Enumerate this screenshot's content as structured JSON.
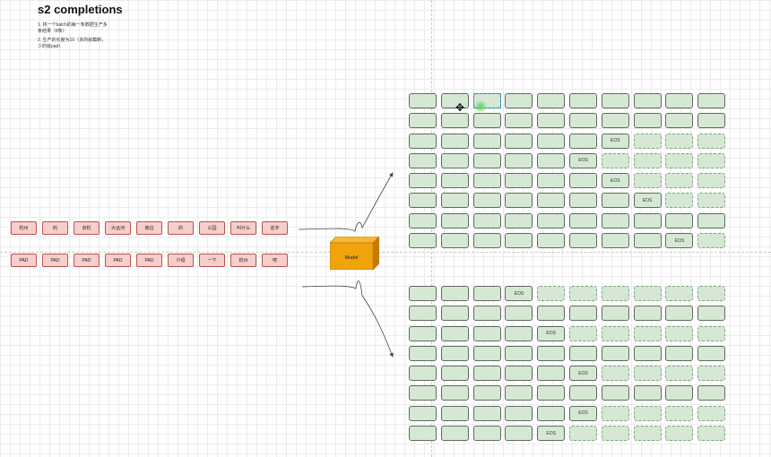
{
  "title": "s2 completions",
  "notes": [
    "1. 将一个batch的每一条数据生产多条结果（8条）",
    "2. 生产的长度为10（多的就截断，少的就pad）"
  ],
  "input_rows": [
    [
      "杭州",
      "的",
      "京杭",
      "大运河",
      "旁边",
      "的",
      "公园",
      "叫什么",
      "名字"
    ],
    [
      "PAD",
      "PAD",
      "PAD",
      "PAD",
      "PAD",
      "介绍",
      "一下",
      "杭州",
      "吧"
    ]
  ],
  "model_label": "Model",
  "eos_label": "EOS",
  "output_grids": [
    {
      "rows": 8,
      "cols": 10,
      "eos_columns": [
        null,
        null,
        6,
        5,
        6,
        7,
        null,
        8
      ]
    },
    {
      "rows": 8,
      "cols": 10,
      "eos_columns": [
        3,
        null,
        4,
        null,
        5,
        null,
        5,
        4
      ]
    }
  ],
  "colors": {
    "input_fill": "#f8cecc",
    "input_border": "#b85450",
    "model_fill": "#f0a30a",
    "model_border": "#bd7000",
    "output_fill": "#d5e8d4",
    "output_border": "#82b366"
  }
}
